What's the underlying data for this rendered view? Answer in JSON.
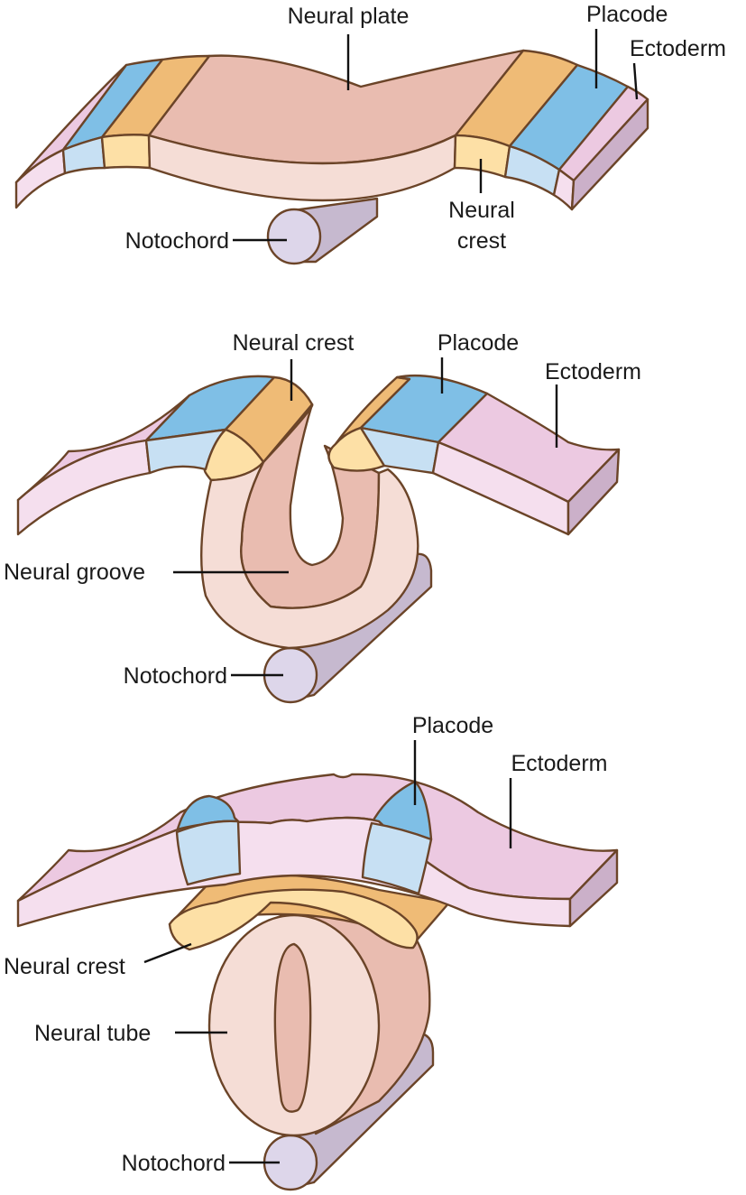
{
  "colors": {
    "neural_plate": "#e9bcb0",
    "neural_plate_side": "#f5ddd6",
    "neural_crest_top": "#efbb76",
    "neural_crest_side": "#fde0a6",
    "placode_top": "#7fbfe6",
    "placode_side": "#c7e0f3",
    "ectoderm_top": "#ecc9e1",
    "ectoderm_side": "#f5dfee",
    "ectoderm_end": "#cbb0c9",
    "notochord_face": "#ddd6ea",
    "notochord_body": "#c6b9cf",
    "outline": "#6b4428"
  },
  "panel1": {
    "neural_plate": "Neural plate",
    "placode": "Placode",
    "ectoderm": "Ectoderm",
    "neural_crest_line1": "Neural",
    "neural_crest_line2": "crest",
    "notochord": "Notochord"
  },
  "panel2": {
    "neural_crest": "Neural crest",
    "placode": "Placode",
    "ectoderm": "Ectoderm",
    "neural_groove": "Neural groove",
    "notochord": "Notochord"
  },
  "panel3": {
    "placode": "Placode",
    "ectoderm": "Ectoderm",
    "neural_crest": "Neural crest",
    "neural_tube": "Neural tube",
    "notochord": "Notochord"
  }
}
